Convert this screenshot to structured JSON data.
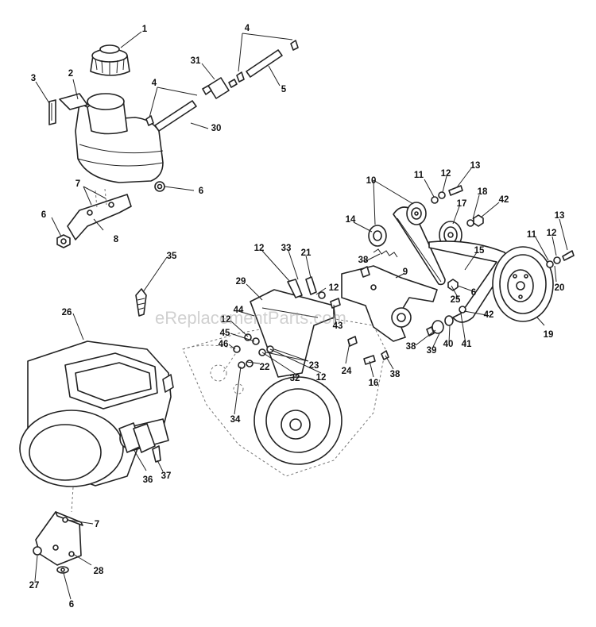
{
  "watermark": "eReplacementParts.com",
  "callouts": [
    {
      "id": "c1",
      "label": "1"
    },
    {
      "id": "c2",
      "label": "2"
    },
    {
      "id": "c3",
      "label": "3"
    },
    {
      "id": "c4a",
      "label": "4"
    },
    {
      "id": "c4b",
      "label": "4"
    },
    {
      "id": "c5",
      "label": "5"
    },
    {
      "id": "c31",
      "label": "31"
    },
    {
      "id": "c30",
      "label": "30"
    },
    {
      "id": "c6a",
      "label": "6"
    },
    {
      "id": "c6b",
      "label": "6"
    },
    {
      "id": "c7a",
      "label": "7"
    },
    {
      "id": "c8",
      "label": "8"
    },
    {
      "id": "c10",
      "label": "10"
    },
    {
      "id": "c11a",
      "label": "11"
    },
    {
      "id": "c12a",
      "label": "12"
    },
    {
      "id": "c13a",
      "label": "13"
    },
    {
      "id": "c14",
      "label": "14"
    },
    {
      "id": "c18",
      "label": "18"
    },
    {
      "id": "c17",
      "label": "17"
    },
    {
      "id": "c42a",
      "label": "42"
    },
    {
      "id": "c13b",
      "label": "13"
    },
    {
      "id": "c11b",
      "label": "11"
    },
    {
      "id": "c12b",
      "label": "12"
    },
    {
      "id": "c15",
      "label": "15"
    },
    {
      "id": "c20",
      "label": "20"
    },
    {
      "id": "c35",
      "label": "35"
    },
    {
      "id": "c12c",
      "label": "12"
    },
    {
      "id": "c33",
      "label": "33"
    },
    {
      "id": "c21",
      "label": "21"
    },
    {
      "id": "c38a",
      "label": "38"
    },
    {
      "id": "c9",
      "label": "9"
    },
    {
      "id": "c29",
      "label": "29"
    },
    {
      "id": "c12d",
      "label": "12"
    },
    {
      "id": "c44",
      "label": "44"
    },
    {
      "id": "c25",
      "label": "25"
    },
    {
      "id": "c6c",
      "label": "6"
    },
    {
      "id": "c42b",
      "label": "42"
    },
    {
      "id": "c43",
      "label": "43"
    },
    {
      "id": "c26",
      "label": "26"
    },
    {
      "id": "c12e",
      "label": "12"
    },
    {
      "id": "c45",
      "label": "45"
    },
    {
      "id": "c46",
      "label": "46"
    },
    {
      "id": "c38b",
      "label": "38"
    },
    {
      "id": "c39",
      "label": "39"
    },
    {
      "id": "c40",
      "label": "40"
    },
    {
      "id": "c41",
      "label": "41"
    },
    {
      "id": "c19",
      "label": "19"
    },
    {
      "id": "c22",
      "label": "22"
    },
    {
      "id": "c23",
      "label": "23"
    },
    {
      "id": "c32",
      "label": "32"
    },
    {
      "id": "c12f",
      "label": "12"
    },
    {
      "id": "c24",
      "label": "24"
    },
    {
      "id": "c16",
      "label": "16"
    },
    {
      "id": "c38c",
      "label": "38"
    },
    {
      "id": "c34",
      "label": "34"
    },
    {
      "id": "c36",
      "label": "36"
    },
    {
      "id": "c37",
      "label": "37"
    },
    {
      "id": "c7b",
      "label": "7"
    },
    {
      "id": "c28",
      "label": "28"
    },
    {
      "id": "c27",
      "label": "27"
    },
    {
      "id": "c6d",
      "label": "6"
    }
  ]
}
